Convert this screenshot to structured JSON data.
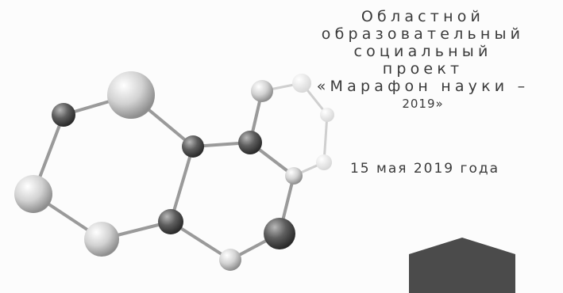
{
  "poster": {
    "title_lines": [
      "Областной",
      "образовательный",
      "социальный",
      "проект",
      "«Марафон науки –",
      "2019»"
    ],
    "date": "15 мая 2019 года"
  },
  "colors": {
    "background": "#fcfcfc",
    "text": "#3a3a3a",
    "bond": "#9a9a9a",
    "hexagon": "#4b4b4b"
  }
}
